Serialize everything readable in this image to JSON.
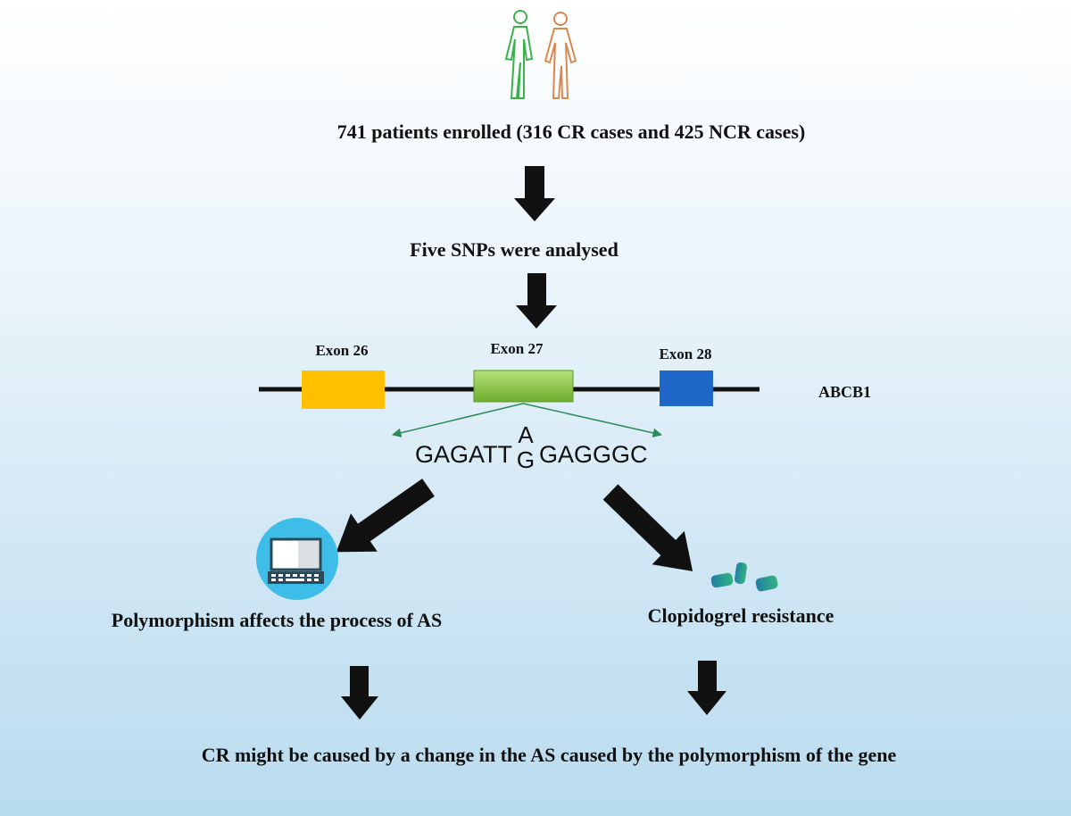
{
  "steps": {
    "enrolled": "741 patients enrolled (316 CR cases and 425 NCR cases)",
    "snps": "Five SNPs were analysed",
    "as_effect": "Polymorphism affects the process of AS",
    "resistance": "Clopidogrel resistance",
    "conclusion": "CR might be caused by a change in the AS caused by the polymorphism of the gene"
  },
  "gene": {
    "name": "ABCB1",
    "exons": [
      {
        "label": "Exon 26",
        "color": "#ffc000"
      },
      {
        "label": "Exon 27",
        "color": "#8cc63f"
      },
      {
        "label": "Exon 28",
        "color": "#1f66c9"
      }
    ]
  },
  "sequence": {
    "left": "GAGATT",
    "variant_top": "A",
    "variant_bottom": "G",
    "right": "GAGGGC",
    "variant_color": "#e8141b"
  },
  "icons": [
    "people-icon",
    "computer-icon",
    "pills-icon"
  ]
}
